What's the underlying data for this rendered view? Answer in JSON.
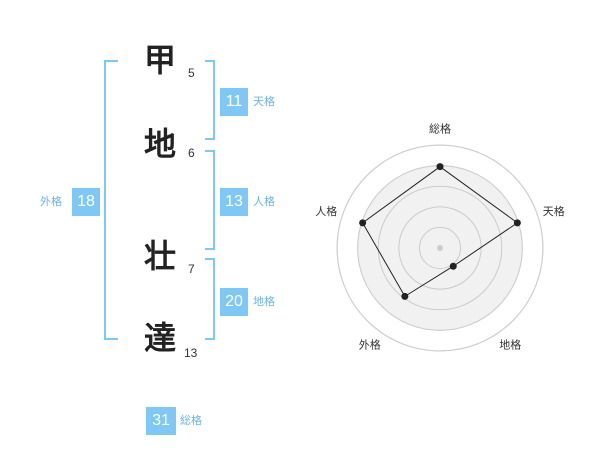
{
  "name": {
    "chars": [
      {
        "char": "甲",
        "strokes": "5"
      },
      {
        "char": "地",
        "strokes": "6"
      },
      {
        "char": "壮",
        "strokes": "7"
      },
      {
        "char": "達",
        "strokes": "13"
      }
    ]
  },
  "fortunes": {
    "ten": {
      "value": "11",
      "label": "天格"
    },
    "jin": {
      "value": "13",
      "label": "人格"
    },
    "chi": {
      "value": "20",
      "label": "地格"
    },
    "gai": {
      "value": "18",
      "label": "外格"
    },
    "sou": {
      "value": "31",
      "label": "総格"
    }
  },
  "chart_data": {
    "type": "radar",
    "axes": [
      "総格",
      "天格",
      "地格",
      "外格",
      "人格"
    ],
    "values": [
      0.83,
      0.83,
      0.23,
      0.61,
      0.83
    ],
    "max": 1,
    "rings": 4,
    "colors": {
      "fill": "#f0f0f0",
      "stroke": "#222222",
      "ring": "#cccccc",
      "point": "#222222"
    }
  }
}
